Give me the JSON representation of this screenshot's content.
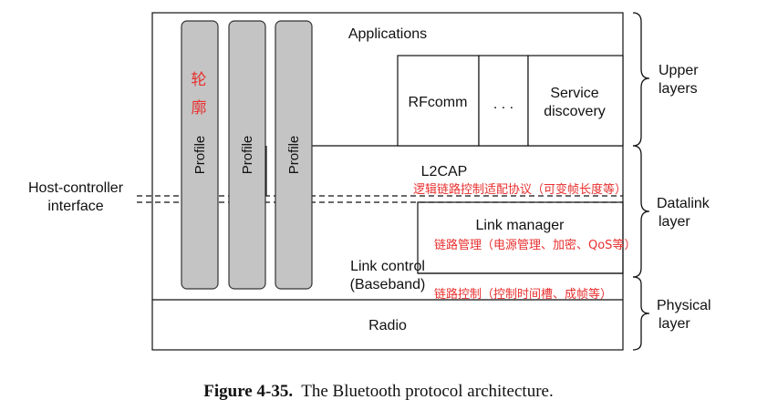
{
  "labels": {
    "applications": "Applications",
    "rfcomm": "RFcomm",
    "ellipsis": ". . .",
    "service_discovery": [
      "Service",
      "discovery"
    ],
    "l2cap": "L2CAP",
    "link_manager": "Link manager",
    "link_control": [
      "Link control",
      "(Baseband)"
    ],
    "radio": "Radio",
    "profile": "Profile",
    "outline_chars": [
      "轮",
      "廓"
    ]
  },
  "annotations": {
    "l2cap": "逻辑链路控制适配协议（可变帧长度等）",
    "link_manager": "链路管理（电源管理、加密、QoS等）",
    "link_control": "链路控制（控制时间槽、成帧等）"
  },
  "side_labels": {
    "host_controller": [
      "Host-controller",
      "interface"
    ],
    "upper": [
      "Upper",
      "layers"
    ],
    "datalink": [
      "Datalink",
      "layer"
    ],
    "physical": [
      "Physical",
      "layer"
    ]
  },
  "caption": {
    "number": "Figure 4-35.",
    "text": "The Bluetooth protocol architecture."
  },
  "colors": {
    "profile_fill": "#c4c4c4",
    "annotation": "#e8302f",
    "stroke": "#111111"
  }
}
